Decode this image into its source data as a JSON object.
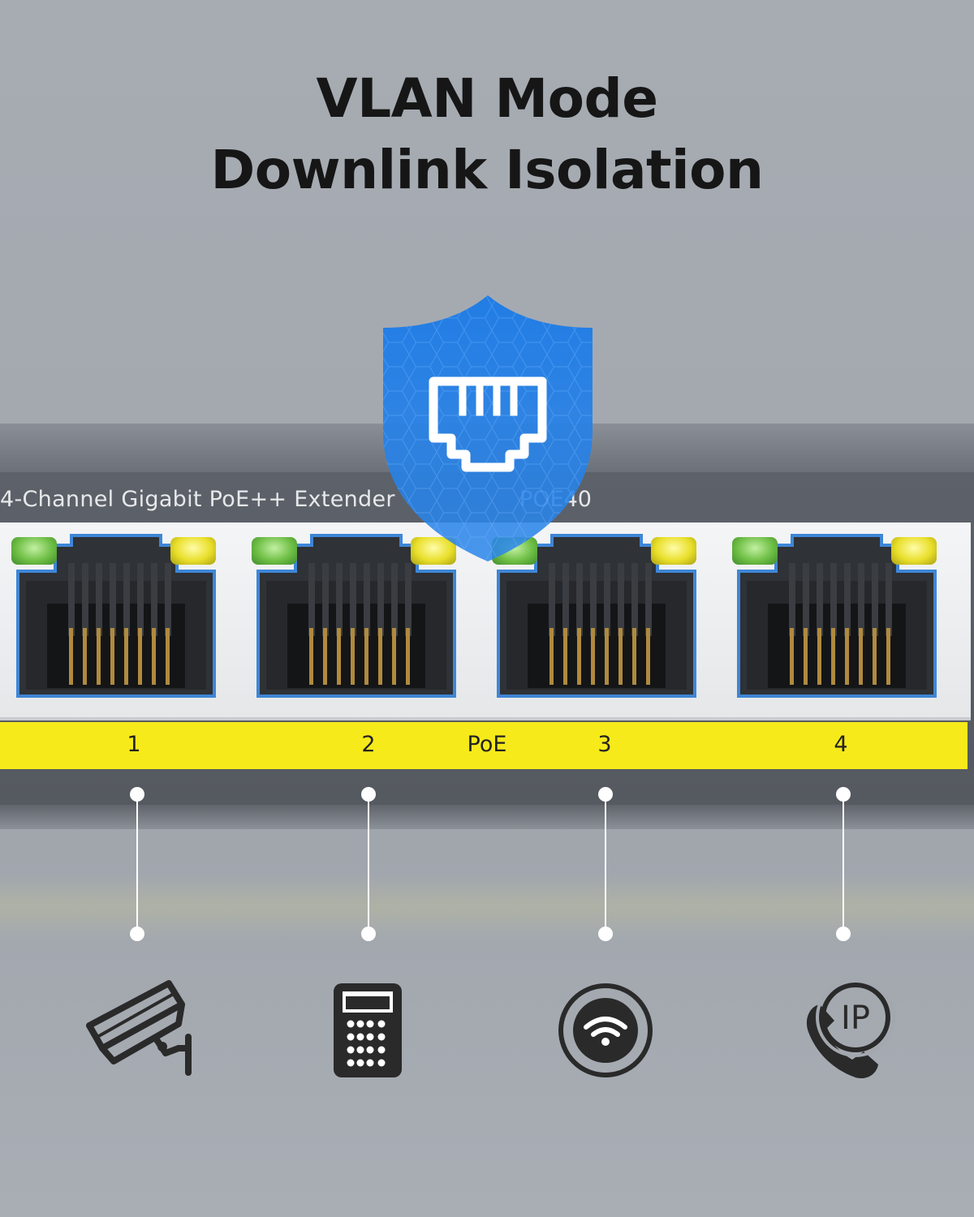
{
  "headline": {
    "line1": "VLAN Mode",
    "line2": "Downlink Isolation"
  },
  "device": {
    "model_text": "4-Channel Gigabit PoE++ Extender",
    "model_code": "POE40",
    "strip_labels": [
      "1",
      "2",
      "PoE",
      "3",
      "4"
    ],
    "ports": [
      {
        "led_left": "green",
        "led_right": "yellow"
      },
      {
        "led_left": "green",
        "led_right": "yellow"
      },
      {
        "led_left": "green",
        "led_right": "yellow"
      },
      {
        "led_left": "green",
        "led_right": "yellow"
      }
    ]
  },
  "shield": {
    "icon": "ethernet-port-icon",
    "color": "#1f7fe6"
  },
  "devices": [
    {
      "icon": "security-camera-icon"
    },
    {
      "icon": "access-control-keypad-icon"
    },
    {
      "icon": "wifi-access-point-icon"
    },
    {
      "icon": "ip-phone-icon",
      "label": "IP"
    }
  ],
  "colors": {
    "label_strip": "#f7ea1a",
    "port_frame": "#eeeff1",
    "device_face": "#5a5e65",
    "icon_dark": "#2c2c2c"
  }
}
